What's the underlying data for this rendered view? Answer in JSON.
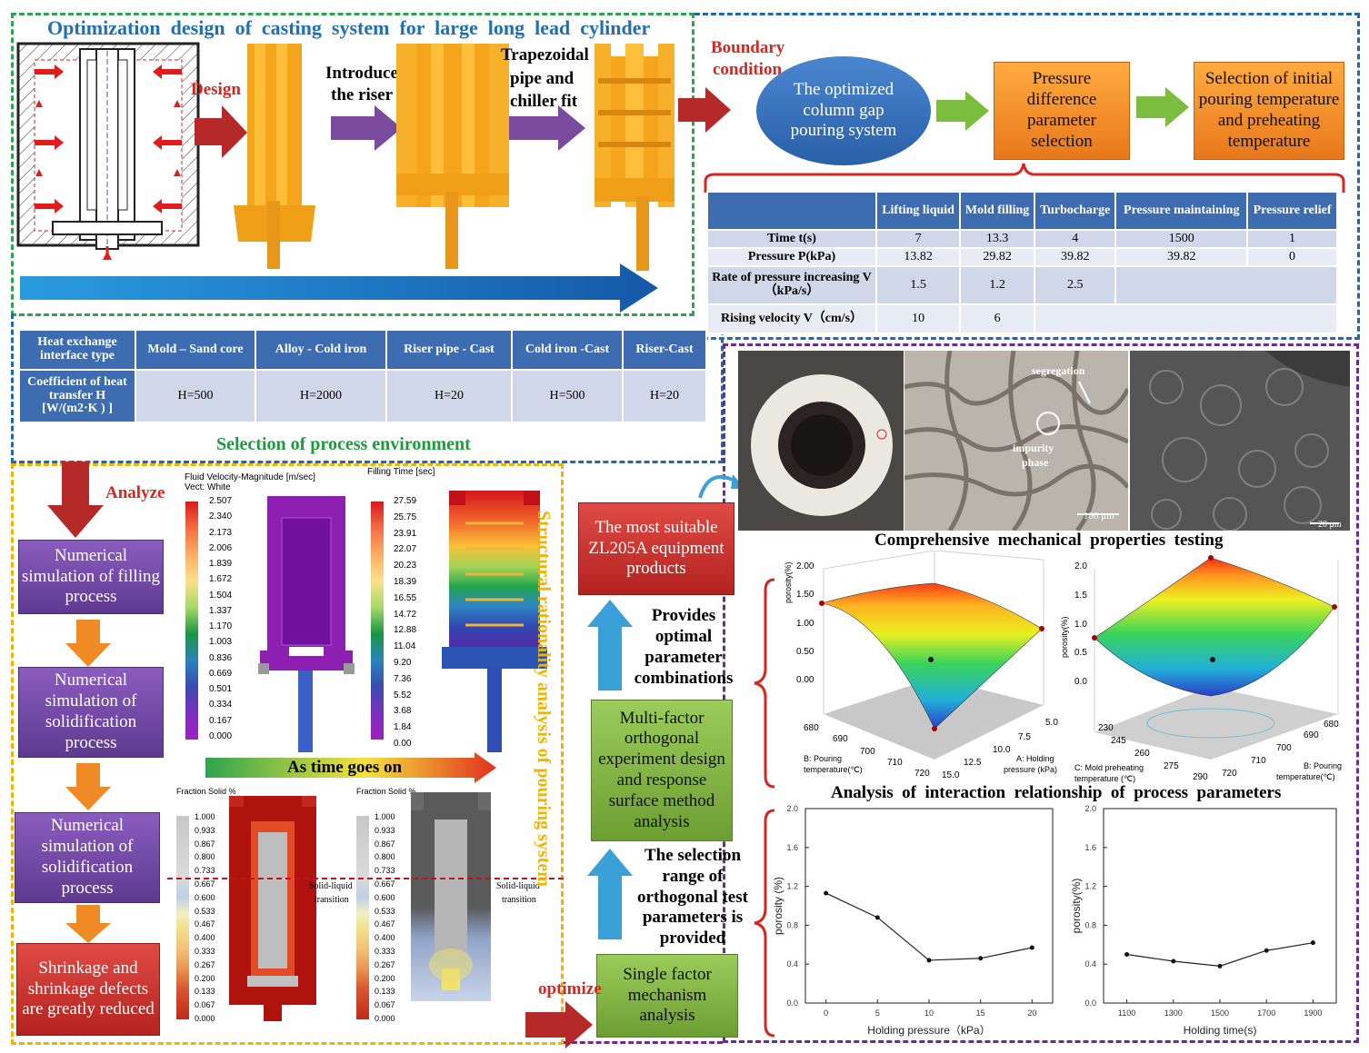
{
  "title": "Optimization  design  of  casting  system  for  large  long  lead  cylinder",
  "top_flow": {
    "design": "Design",
    "riser": [
      "Introduce",
      "the riser"
    ],
    "trap": [
      "Trapezoidal",
      "pipe and",
      "chiller  fit"
    ],
    "boundary": [
      "Boundary",
      "condition"
    ]
  },
  "flow_boxes": {
    "ellipse": "The optimized column gap pouring system",
    "pressure": "Pressure difference parameter selection",
    "selection": "Selection of initial pouring temperature and preheating temperature"
  },
  "pressure_table": {
    "headers": [
      "Lifting  liquid",
      "Mold filling",
      "Turbocharge",
      "Pressure maintaining",
      "Pressure relief"
    ],
    "rows": [
      {
        "label": "Time  t(s)",
        "cells": [
          "7",
          "13.3",
          "4",
          "1500",
          "1"
        ]
      },
      {
        "label": "Pressure P(kPa)",
        "cells": [
          "13.82",
          "29.82",
          "39.82",
          "39.82",
          "0"
        ]
      },
      {
        "label": "Rate of pressure increasing V（kPa/s）",
        "cells": [
          "1.5",
          "1.2",
          "2.5",
          ""
        ]
      },
      {
        "label": "Rising velocity V（cm/s）",
        "cells": [
          "10",
          "6",
          ""
        ]
      }
    ]
  },
  "heat_table": {
    "row1": [
      "Heat exchange interface type",
      "Mold – Sand core",
      "Alloy - Cold iron",
      "Riser pipe - Cast",
      "Cold iron -Cast",
      "Riser-Cast"
    ],
    "row2": [
      "Coefficient  of heat transfer H [W/(m2·K  ) ]",
      "H=500",
      "H=2000",
      "H=20",
      "H=500",
      "H=20"
    ]
  },
  "env_label": "Selection of process environment",
  "analyze": "Analyze",
  "optimize": "optimize",
  "left_boxes": [
    "Numerical simulation of filling process",
    "Numerical simulation of solidification process",
    "Numerical simulation of solidification process",
    "Shrinkage and shrinkage defects are greatly reduced"
  ],
  "vertical_label": "Structural rationality analysis of pouring system",
  "sim": {
    "velocity_title": "Fluid Velocity-Magnitude [m/sec]",
    "velocity_sub": "Vect: White",
    "velocity_ticks": [
      "2.507",
      "2.340",
      "2.173",
      "2.006",
      "1.839",
      "1.672",
      "1.504",
      "1.337",
      "1.170",
      "1.003",
      "0.836",
      "0.669",
      "0.501",
      "0.334",
      "0.167",
      "0.000"
    ],
    "filling_title": "Filling Time [sec]",
    "filling_ticks": [
      "27.59",
      "25.75",
      "23.91",
      "22.07",
      "20.23",
      "18.39",
      "16.55",
      "14.72",
      "12.88",
      "11.04",
      "9.20",
      "7.36",
      "5.52",
      "3.68",
      "1.84",
      "0.00"
    ],
    "time_label": "As time goes on",
    "fraction_title": "Fraction Solid  %",
    "fraction_ticks": [
      "1.000",
      "0.933",
      "0.867",
      "0.800",
      "0.733",
      "0.667",
      "0.600",
      "0.533",
      "0.467",
      "0.400",
      "0.333",
      "0.267",
      "0.200",
      "0.133",
      "0.067",
      "0.000"
    ],
    "transition": [
      "Solid-liquid",
      "transition"
    ]
  },
  "mid_boxes": {
    "zl": "The most suitable ZL205A equipment products",
    "provides": "Provides optimal parameter combinations",
    "multi": "Multi-factor orthogonal experiment design and response surface method analysis",
    "selection": "The selection range of orthogonal test parameters is provided",
    "single": "Single factor mechanism analysis"
  },
  "micro": {
    "segregation": "segregation",
    "impurity": [
      "impurity",
      "phase"
    ],
    "scale1": "100 μm",
    "scale2": "20 μm"
  },
  "mech_title": "Comprehensive  mechanical  properties  testing",
  "interaction_title": "Analysis  of  interaction  relationship  of  process  parameters",
  "surf1": {
    "z_ticks": [
      "2.00",
      "1.50",
      "1.00",
      "0.50",
      "0.00"
    ],
    "zlabel": "porosity(%)",
    "b_ticks": [
      "680",
      "690",
      "700",
      "710",
      "720"
    ],
    "b_label": [
      "B: Pouring",
      "temperature(℃)"
    ],
    "a_ticks": [
      "5.0",
      "7.5",
      "10.0",
      "12.5",
      "15.0"
    ],
    "a_label": [
      "A: Holding",
      "pressure (kPa)"
    ]
  },
  "surf2": {
    "z_ticks": [
      "2.0",
      "1.5",
      "1.0",
      "0.5",
      "0.0"
    ],
    "zlabel": "porosity(%)",
    "c_ticks": [
      "230",
      "245",
      "260",
      "275",
      "290"
    ],
    "c_label": [
      "C: Mold preheating",
      "temperature (℃)"
    ],
    "b_ticks": [
      "720",
      "710",
      "700",
      "690",
      "680"
    ],
    "b_label": [
      "B: Pouring",
      "temperature(℃)"
    ]
  },
  "chart_data": [
    {
      "type": "line",
      "x": [
        0,
        5,
        10,
        15,
        20
      ],
      "values": [
        1.13,
        0.88,
        0.44,
        0.46,
        0.57
      ],
      "xlabel": "Holding pressure（kPa）",
      "ylabel": "porosity (%)",
      "xticks": [
        "0",
        "5",
        "10",
        "15",
        "20"
      ],
      "yticks": [
        "2.0",
        "1.6",
        "1.2",
        "0.8",
        "0.4",
        "0.0"
      ],
      "ylim": [
        0,
        2.0
      ],
      "xlim": [
        -2,
        22
      ]
    },
    {
      "type": "line",
      "x": [
        1100,
        1300,
        1500,
        1700,
        1900
      ],
      "values": [
        0.5,
        0.43,
        0.38,
        0.54,
        0.62
      ],
      "xlabel": "Holding time(s)",
      "ylabel": "porosity(%)",
      "xticks": [
        "1100",
        "1300",
        "1500",
        "1700",
        "1900"
      ],
      "yticks": [
        "2.0",
        "1.6",
        "1.2",
        "0.8",
        "0.4",
        "0.0"
      ],
      "ylim": [
        0,
        2.0
      ],
      "xlim": [
        1000,
        2000
      ]
    }
  ],
  "colors": {
    "green_dash": "#2ea44f",
    "blue_dash": "#2268b0",
    "purple_dash": "#6a2c91",
    "yellow_dash": "#f0b400",
    "red": "#d7261e",
    "title_blue": "#1f6fb5"
  }
}
